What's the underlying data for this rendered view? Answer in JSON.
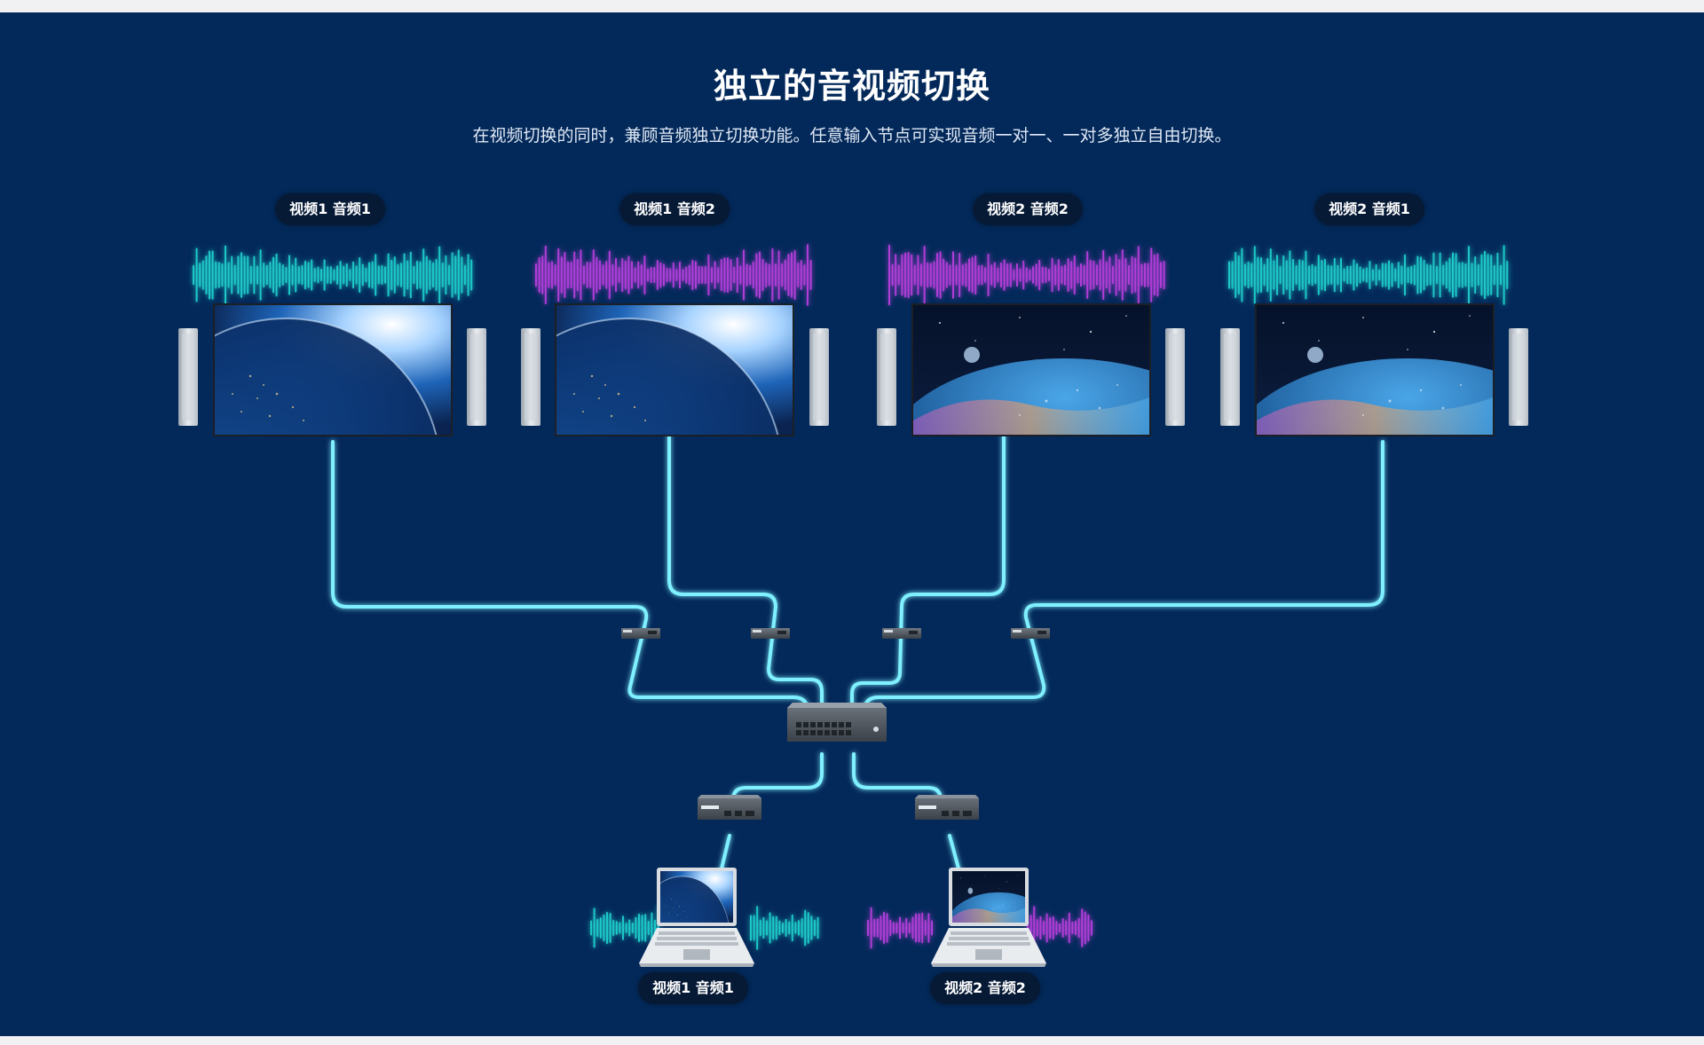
{
  "header": {
    "title": "独立的音视频切换",
    "subtitle": "在视频切换的同时，兼顾音频独立切换功能。任意输入节点可实现音频一对一、一对多独立自由切换。"
  },
  "colors": {
    "background": "#03295a",
    "cable": "#7ff0ff",
    "audio_1": "#1fc8c8",
    "audio_2": "#b03cd8",
    "label_bg": "#061a36"
  },
  "displays": [
    {
      "label": "视频1  音频1",
      "video": "video-1",
      "audio": "audio-1"
    },
    {
      "label": "视频1  音频2",
      "video": "video-1",
      "audio": "audio-2"
    },
    {
      "label": "视频2  音频2",
      "video": "video-2",
      "audio": "audio-2"
    },
    {
      "label": "视频2  音频1",
      "video": "video-2",
      "audio": "audio-1"
    }
  ],
  "sources": [
    {
      "label": "视频1  音频1",
      "video": "video-1",
      "audio": "audio-1"
    },
    {
      "label": "视频2  音频2",
      "video": "video-2",
      "audio": "audio-2"
    }
  ],
  "devices": {
    "receivers": 4,
    "switch": "network-switch",
    "encoders": 2
  }
}
